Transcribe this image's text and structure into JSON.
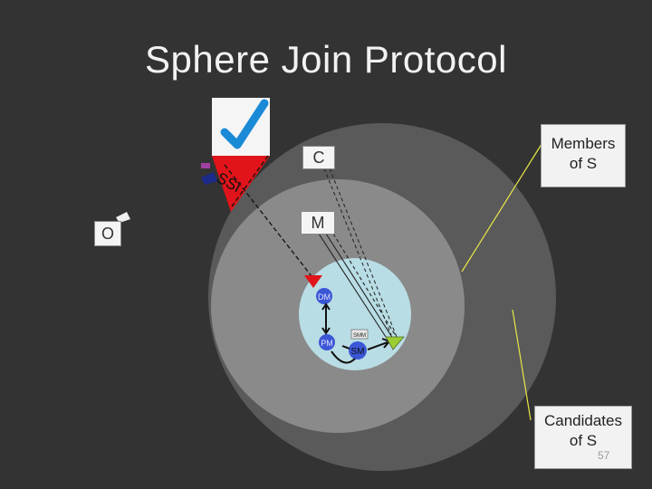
{
  "title": "Sphere Join Protocol",
  "labels": {
    "o": "O",
    "c": "C",
    "m": "M",
    "ssi": "SSI",
    "dm": "DM",
    "pm": "PM",
    "sm": "SM",
    "sm_small": "SMM"
  },
  "callouts": {
    "members_line1": "Members",
    "members_line2": "of S",
    "candidates_line1": "Candidates",
    "candidates_line2": "of S"
  },
  "page_number": "57",
  "colors": {
    "background": "#333333",
    "outer_sphere": "#5a5a5a",
    "middle_sphere": "#8a8a8a",
    "inner_sphere": "#b9dde4",
    "accent_red": "#e0141a",
    "check_blue": "#1a8ad6",
    "node_blue": "#3b57d6",
    "arrow_green": "#9acd32",
    "callout_line": "#e6e64a"
  }
}
